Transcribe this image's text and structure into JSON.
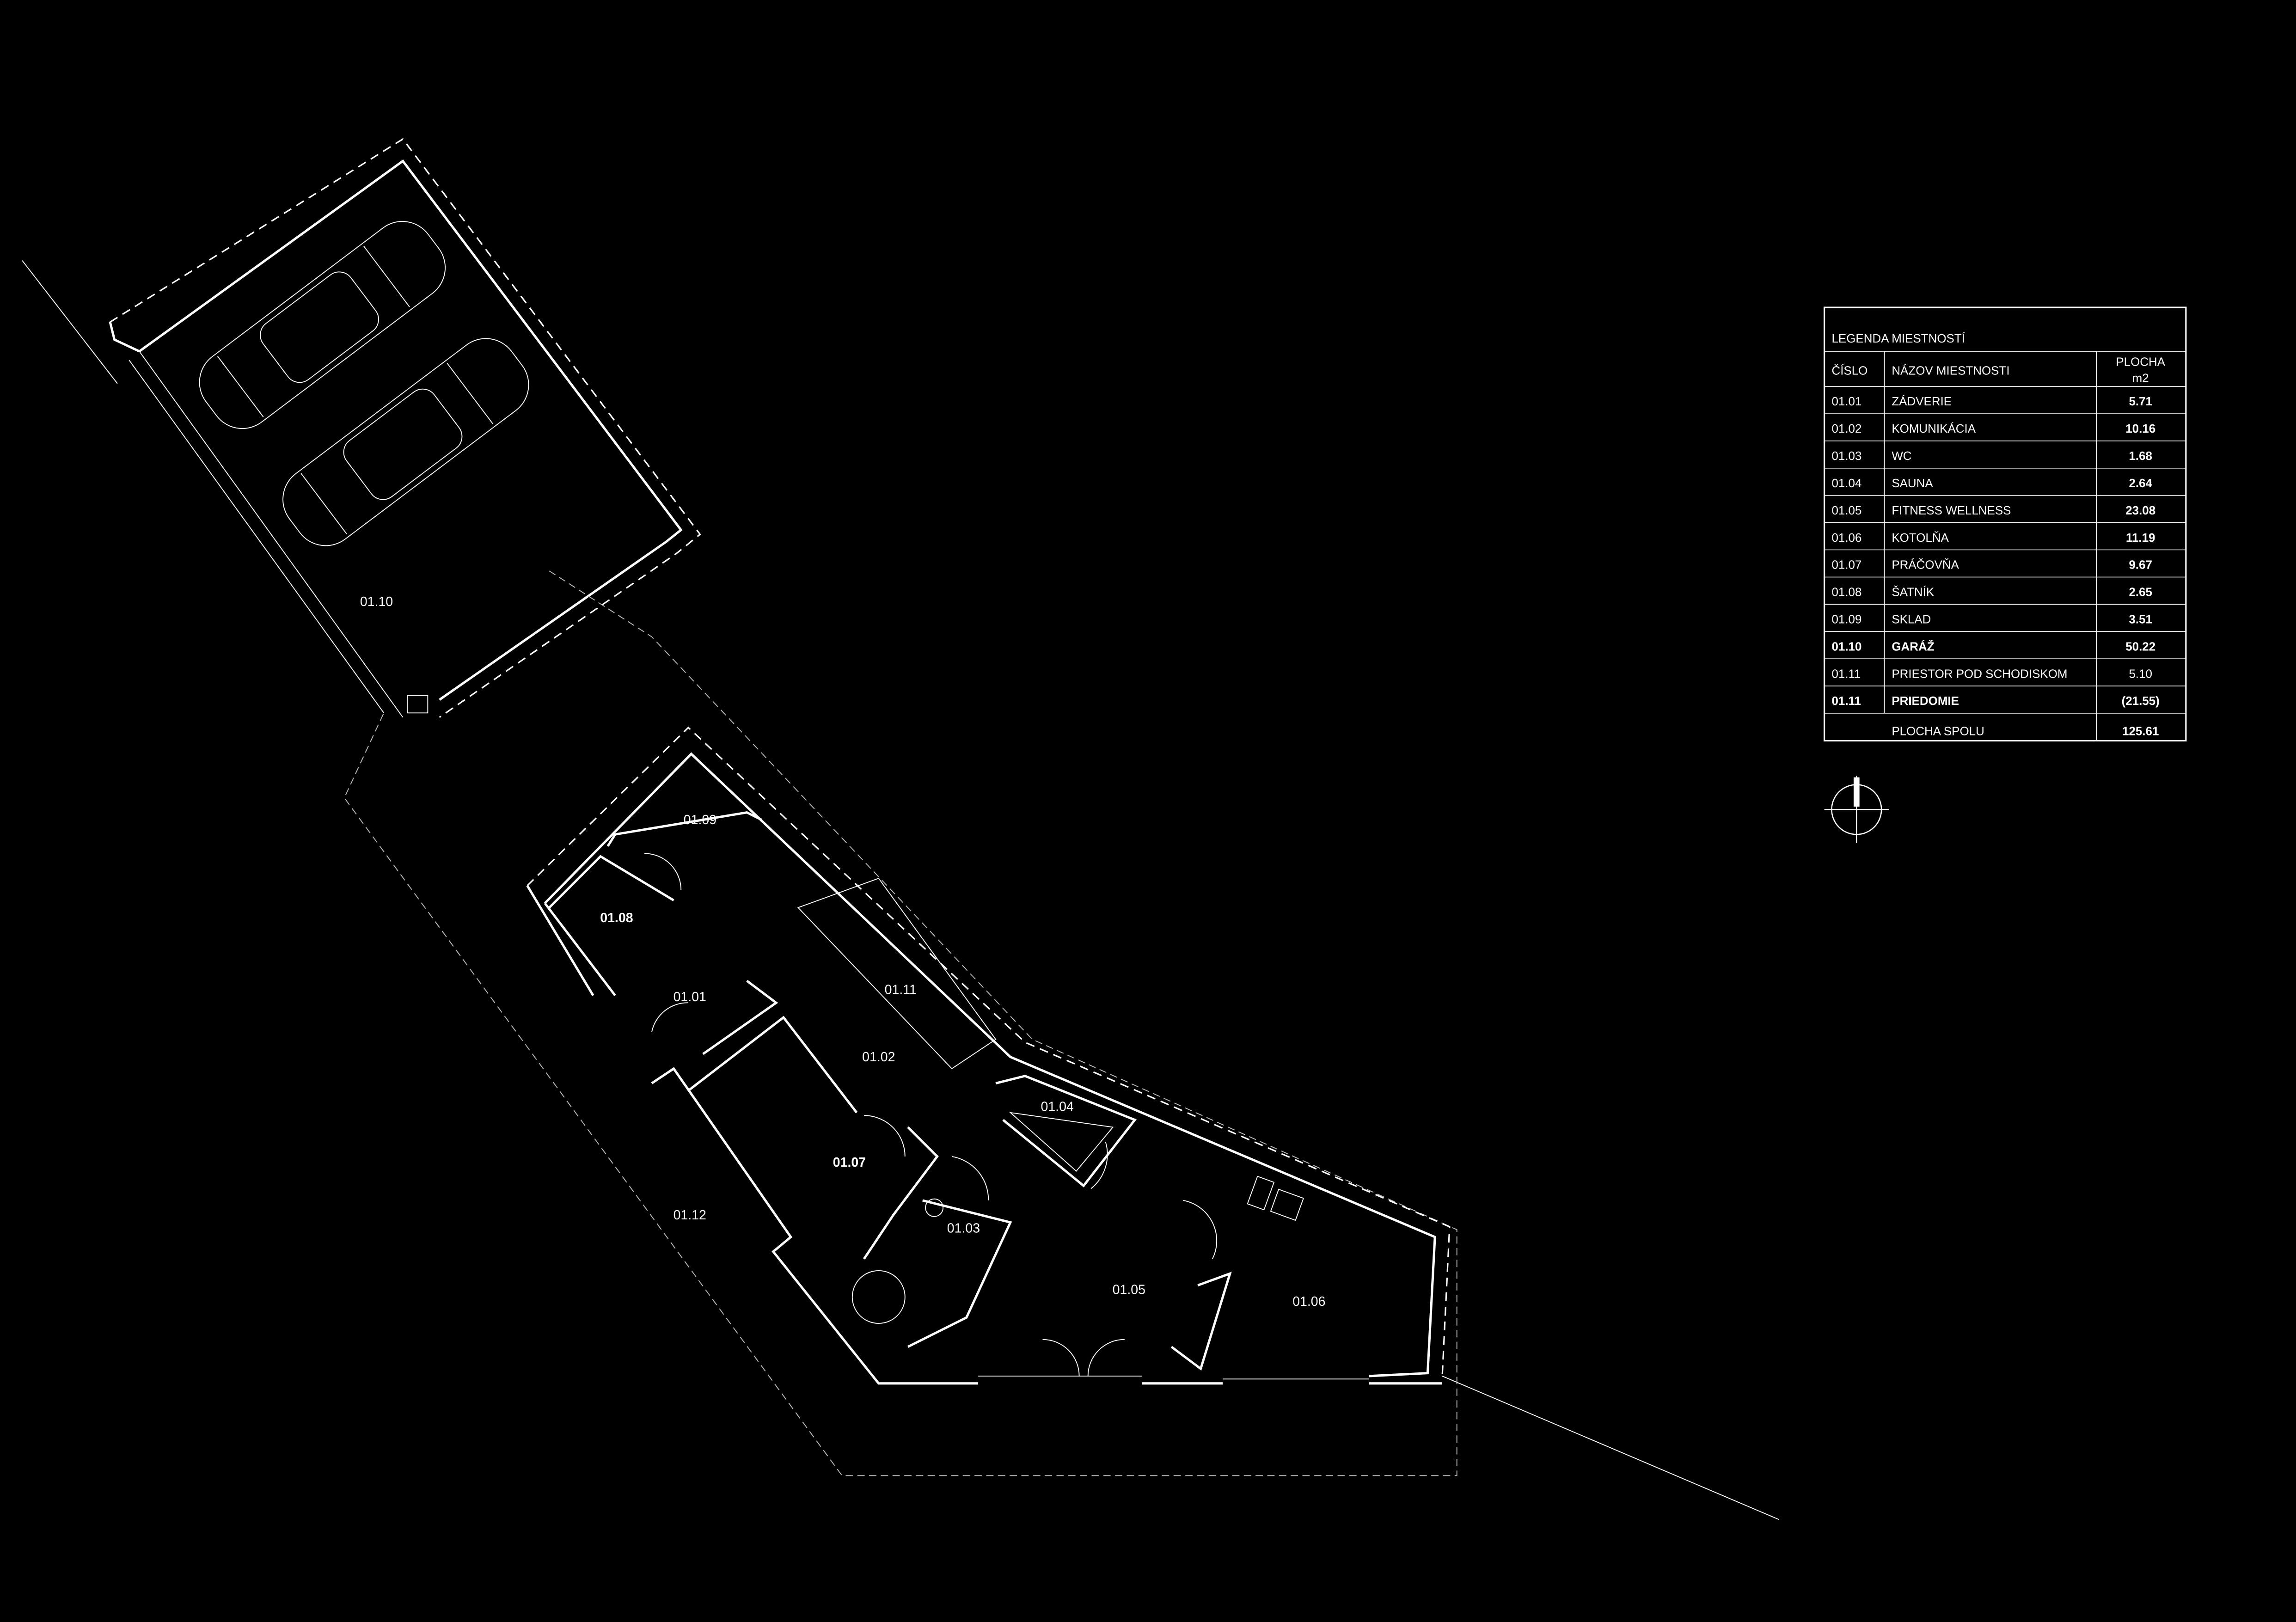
{
  "plan": {
    "rooms": [
      {
        "id": "01.10",
        "bold": false
      },
      {
        "id": "01.09",
        "bold": false
      },
      {
        "id": "01.08",
        "bold": true
      },
      {
        "id": "01.01",
        "bold": false
      },
      {
        "id": "01.11",
        "bold": false
      },
      {
        "id": "01.02",
        "bold": false
      },
      {
        "id": "01.04",
        "bold": false
      },
      {
        "id": "01.07",
        "bold": true
      },
      {
        "id": "01.03",
        "bold": false
      },
      {
        "id": "01.12",
        "bold": false
      },
      {
        "id": "01.05",
        "bold": false
      },
      {
        "id": "01.06",
        "bold": false
      }
    ]
  },
  "legend": {
    "title": "LEGENDA MIESTNOSTÍ",
    "headers": {
      "number": "ČÍSLO",
      "name": "NÁZOV MIESTNOSTI",
      "area": "PLOCHA",
      "unit": "m2"
    },
    "rows": [
      {
        "number": "01.01",
        "name": "ZÁDVERIE",
        "area": "5.71"
      },
      {
        "number": "01.02",
        "name": "KOMUNIKÁCIA",
        "area": "10.16"
      },
      {
        "number": "01.03",
        "name": "WC",
        "area": "1.68"
      },
      {
        "number": "01.04",
        "name": "SAUNA",
        "area": "2.64"
      },
      {
        "number": "01.05",
        "name": "FITNESS WELLNESS",
        "area": "23.08"
      },
      {
        "number": "01.06",
        "name": "KOTOLŇA",
        "area": "11.19"
      },
      {
        "number": "01.07",
        "name": "PRÁČOVŇA",
        "area": "9.67"
      },
      {
        "number": "01.08",
        "name": "ŠATNÍK",
        "area": "2.65"
      },
      {
        "number": "01.09",
        "name": "SKLAD",
        "area": "3.51"
      },
      {
        "number": "01.10",
        "name": "GARÁŽ",
        "area": "50.22"
      },
      {
        "number": "01.11",
        "name": "PRIESTOR POD SCHODISKOM",
        "area": "5.10"
      },
      {
        "number": "01.11",
        "name": "PRIEDOMIE",
        "area": "(21.55)"
      }
    ],
    "total": {
      "label": "PLOCHA SPOLU",
      "area": "125.61"
    }
  }
}
